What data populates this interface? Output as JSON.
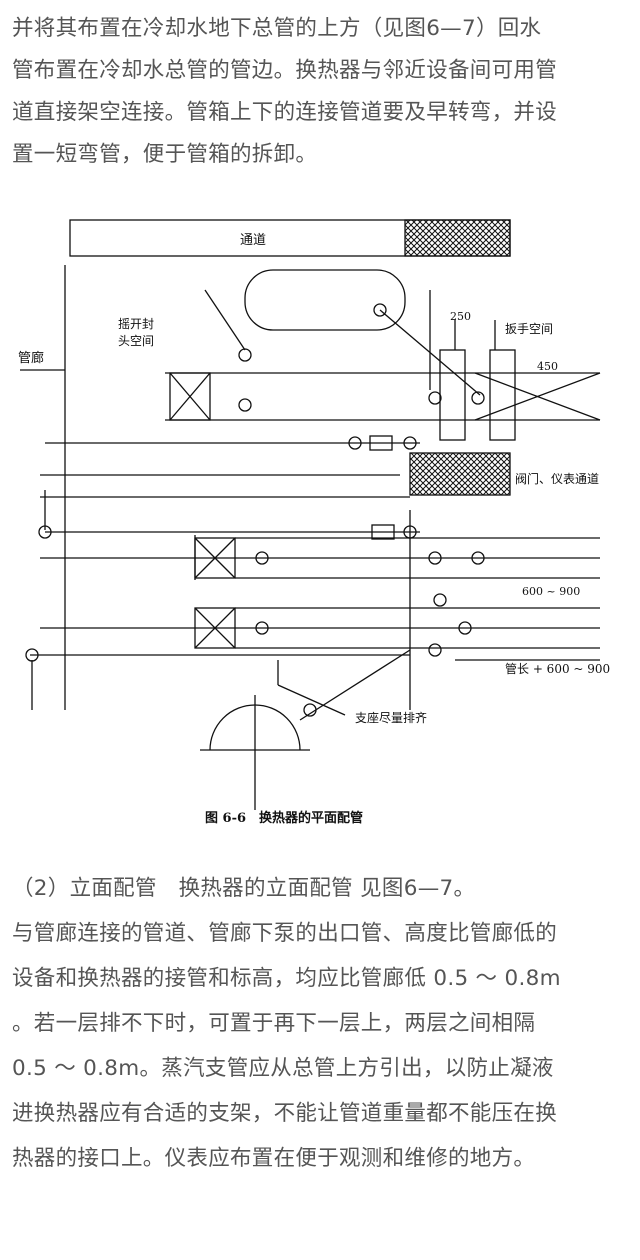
{
  "intro_lines": [
    "并将其布置在冷却水地下总管的上方（见图6—7）回水",
    "管布置在冷却水总管的管边。换热器与邻近设备间可用管",
    "道直接架空连接。管箱上下的连接管道要及早转弯，并设",
    "置一短弯管，便于管箱的拆卸。"
  ],
  "figure": {
    "caption": "图 6-6　换热器的平面配管",
    "labels": {
      "passage": "通道",
      "pipe_rack": "管廊",
      "swing_space": "摇开封",
      "swing_space2": "头空间",
      "wrench_space": "扳手空间",
      "dim_250": "250",
      "dim_450": "450",
      "valve_passage": "阀门、仪表通道",
      "dim_600_900": "600 ~ 900",
      "tube_length": "管长 + 600 ~ 900",
      "support": "支座尽量排齐"
    }
  },
  "body_lines": [
    "（2）立面配管　换热器的立面配管  见图6—7。",
    "与管廊连接的管道、管廊下泵的出口管、高度比管廊低的",
    "设备和换热器的接管和标高，均应比管廊低 0.5 ～ 0.8m",
    "。若一层排不下时，可置于再下一层上，两层之间相隔",
    "0.5 ～ 0.8m。蒸汽支管应从总管上方引出，以防止凝液",
    "进换热器应有合适的支架，不能让管道重量都不能压在换",
    "热器的接口上。仪表应布置在便于观测和维修的地方。"
  ]
}
